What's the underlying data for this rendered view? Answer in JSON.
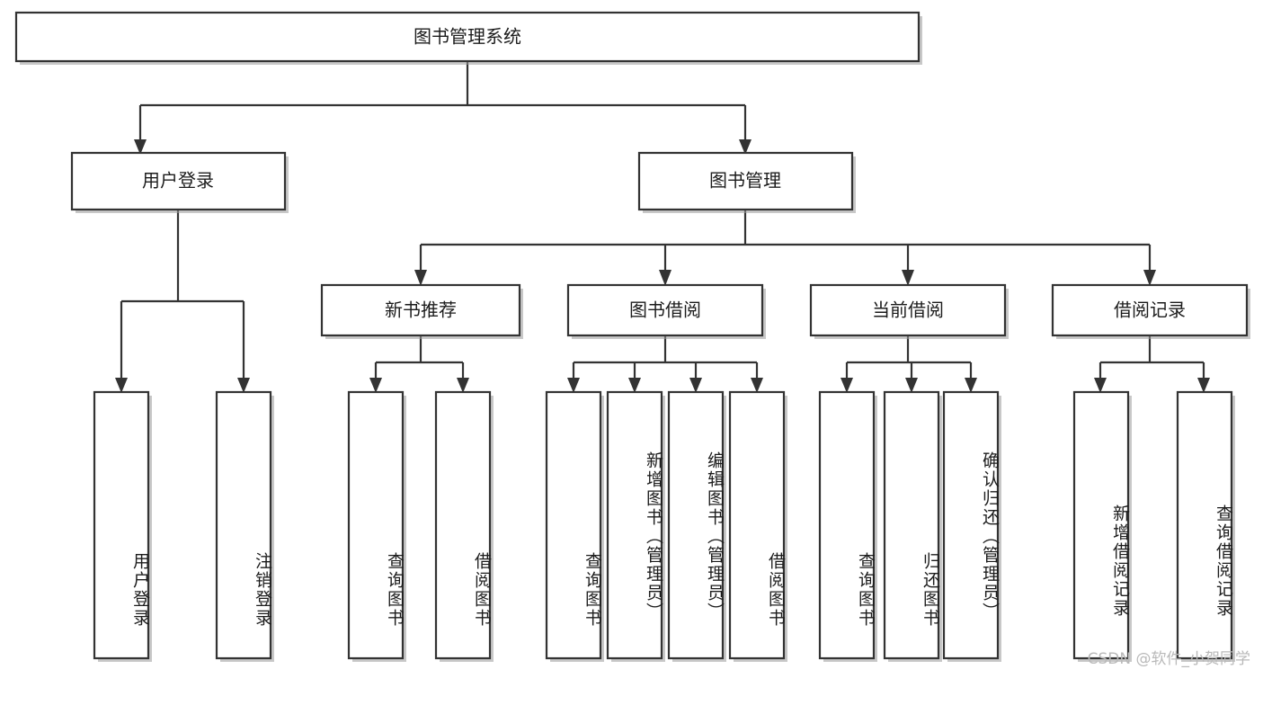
{
  "diagram": {
    "type": "tree-hierarchy-flowchart",
    "title": "图书管理系统",
    "root": {
      "id": "root",
      "label": "图书管理系统"
    },
    "level2": [
      {
        "id": "user-login",
        "label": "用户登录"
      },
      {
        "id": "book-manage",
        "label": "图书管理"
      }
    ],
    "level3": [
      {
        "id": "new-book-recommend",
        "label": "新书推荐",
        "parent": "book-manage"
      },
      {
        "id": "book-borrow",
        "label": "图书借阅",
        "parent": "book-manage"
      },
      {
        "id": "current-borrow",
        "label": "当前借阅",
        "parent": "book-manage"
      },
      {
        "id": "borrow-record",
        "label": "借阅记录",
        "parent": "book-manage"
      }
    ],
    "leaves": [
      {
        "id": "leaf-user-login",
        "label": "用户登录",
        "parent": "user-login"
      },
      {
        "id": "leaf-logout-login",
        "label": "注销登录",
        "parent": "user-login"
      },
      {
        "id": "leaf-query-book-1",
        "label": "查询图书",
        "parent": "new-book-recommend"
      },
      {
        "id": "leaf-borrow-book-1",
        "label": "借阅图书",
        "parent": "new-book-recommend"
      },
      {
        "id": "leaf-query-book-2",
        "label": "查询图书",
        "parent": "book-borrow"
      },
      {
        "id": "leaf-add-book",
        "label": "新增图书（管理员）",
        "parent": "book-borrow"
      },
      {
        "id": "leaf-edit-book",
        "label": "编辑图书（管理员）",
        "parent": "book-borrow"
      },
      {
        "id": "leaf-borrow-book-2",
        "label": "借阅图书",
        "parent": "book-borrow"
      },
      {
        "id": "leaf-query-book-3",
        "label": "查询图书",
        "parent": "current-borrow"
      },
      {
        "id": "leaf-return-book",
        "label": "归还图书",
        "parent": "current-borrow"
      },
      {
        "id": "leaf-confirm-return",
        "label": "确认归还（管理员）",
        "parent": "current-borrow"
      },
      {
        "id": "leaf-add-record",
        "label": "新增借阅记录",
        "parent": "borrow-record"
      },
      {
        "id": "leaf-query-record",
        "label": "查询借阅记录",
        "parent": "borrow-record"
      }
    ],
    "colors": {
      "box_stroke": "#333333",
      "box_fill": "#ffffff",
      "edge": "#333333",
      "text": "#1c1c1c",
      "watermark": "#b9b9b9",
      "background": "#ffffff"
    }
  },
  "watermark": {
    "text": "CSDN @软件_小贺同学"
  }
}
